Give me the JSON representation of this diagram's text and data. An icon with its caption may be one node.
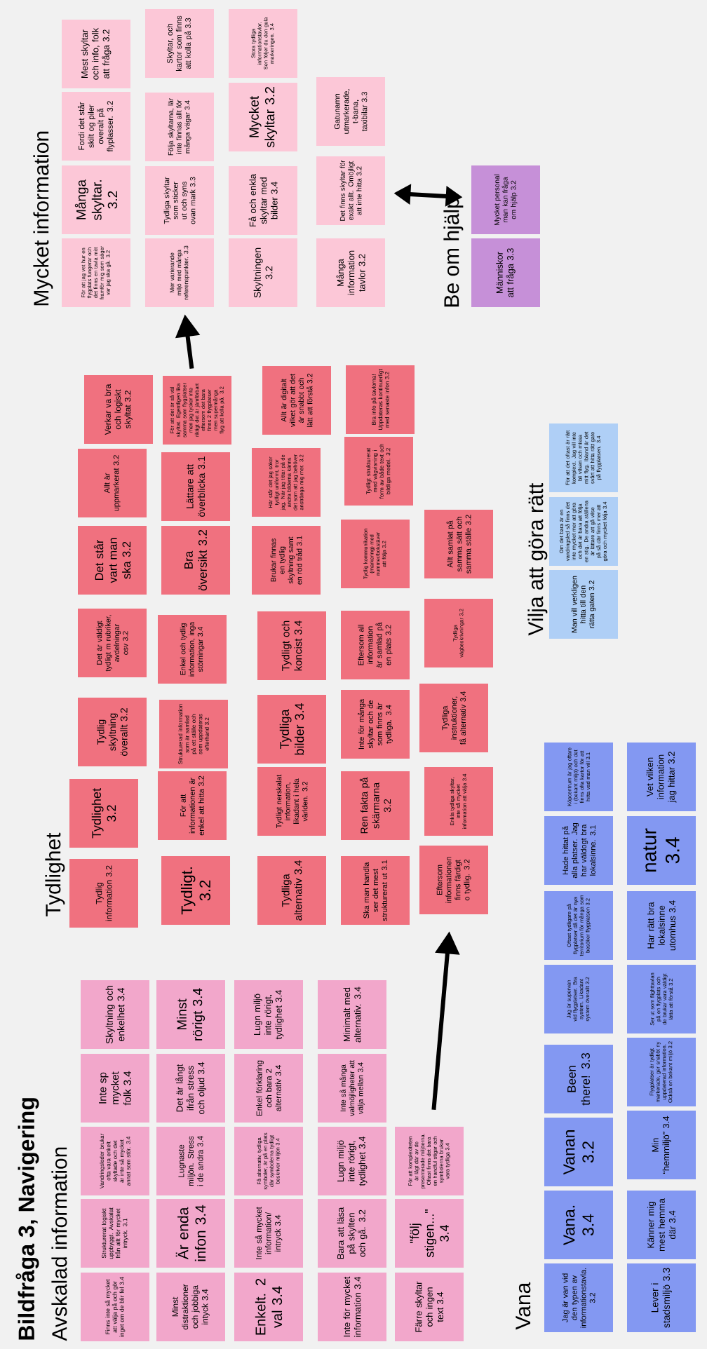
{
  "diagram": {
    "title": "Bildfråga 3, Navigering",
    "labels": [
      "Avskalad information",
      "Tydlighet",
      "Mycket information",
      "Be om hjälp",
      "Vana",
      "Vilja att göra rätt"
    ],
    "nodes": [
      {
        "text": [
          "Finns inte så mycket att välja på och gör inget om de blir fel 3.4"
        ]
      },
      {
        "text": [
          "Strukturerat logiskt uppbyggt. Avskalat från allt för mycket intryck. 3.1"
        ]
      },
      {
        "text": [
          "Vandringsleder brukar ofta vara enkelt skyltade och det är inte så mycket annat som stör. 3.4"
        ]
      },
      {
        "text": [
          "Inte sp mycket folk 3.4"
        ]
      },
      {
        "text": [
          "Skyltning och enkelhet 3.4"
        ]
      },
      {
        "text": [
          "Minst distraktioner och jobbiga intyck 3.4"
        ]
      },
      {
        "text": [
          "Är enda infon 3.4"
        ]
      },
      {
        "text": [
          "Lugnaste miljön. Stress i de andra 3.4"
        ]
      },
      {
        "text": [
          "Det är långt ifrån stress och oljud 3.4"
        ]
      },
      {
        "text": [
          "Minst rörigt 3.4"
        ]
      },
      {
        "text": [
          "Enkelt. 2 val 3.4"
        ]
      },
      {
        "text": [
          "Inte så mycket information/ intryck 3.4"
        ]
      },
      {
        "text": [
          "Få alternativ, tydliga symboler, är på en plats där symbolerna tydligt beskriver miljön 3.4"
        ]
      },
      {
        "text": [
          "Enkel förklaring och bara 2 alternativ 3.4"
        ]
      },
      {
        "text": [
          "Lugn miljö inte rörigt, tydlighet 3.4"
        ]
      },
      {
        "text": [
          "Inte för mycket information 3.4"
        ]
      },
      {
        "text": [
          "Bara att läsa på skylten och gå. 3.2"
        ]
      },
      {
        "text": [
          "Lugn miljö inte rörigt, tydlighet 3.4"
        ]
      },
      {
        "text": [
          "Inte så många valmöjligheter att välja mellan 3.4"
        ]
      },
      {
        "text": [
          "Minimalt med alternativ. 3.4"
        ]
      },
      {
        "text": [
          "Färre skyltar och ingen text 3.4"
        ]
      },
      {
        "text": [
          "\"följ stigen...\" 3.4"
        ]
      },
      {
        "text": [
          "För att komplexiteten är lågt där av de presenterade miljöerna. Oftast finns det bara en handful stigar och symbolerna brukar vara tydliga 3.4"
        ]
      },
      {
        "text": [
          "Tydlig information 3.2"
        ]
      },
      {
        "text": [
          "Tydlighet 3.2"
        ]
      },
      {
        "text": [
          "Tydlig skyltning överallt 3.2"
        ]
      },
      {
        "text": [
          "Det är väldigt tydligt m rubriker, avdelningar osv 3.2"
        ]
      },
      {
        "text": [
          "Det står vart man ska 3.2"
        ]
      },
      {
        "text": [
          "Allt är uppmarkerat 3.2"
        ]
      },
      {
        "text": [
          "Verkar va bra och logiskt skyltat 3.2"
        ]
      },
      {
        "text": [
          "Tydligt. 3.2"
        ]
      },
      {
        "text": [
          "För att informationen är enkel att hitta 3.2"
        ]
      },
      {
        "text": [
          "Strukturerad information som är samlad på ett ställe och som uppdateras efterhand 3.2"
        ]
      },
      {
        "text": [
          "Enkel och tydlig information, inga störningar 3.4"
        ]
      },
      {
        "text": [
          "Bra översikt 3.2"
        ]
      },
      {
        "text": [
          "Lättare att överblicka 3.1"
        ]
      },
      {
        "text": [
          "För att det är så väl skyltat. Egentligen lika samma som flygplatser men jag tycker inte riktigt det är jämförbart eftersom det bara finns 2 flygplatser men supermånga flyg att kolla på. 3.2"
        ]
      },
      {
        "text": [
          "Tydliga alternativ 3.4"
        ]
      },
      {
        "text": [
          "Tydligt nerskalat information, likadant i hela världen. 3.2"
        ]
      },
      {
        "text": [
          "Tydliga bilder 3.4"
        ]
      },
      {
        "text": [
          "Tydligt och koncist 3.4"
        ]
      },
      {
        "text": [
          "Brukar finnas en tydlig skyltning samt en röd tråd 3.1"
        ]
      },
      {
        "text": [
          "Här står det jag söker tydligt uniformt, tror jag. När jag tittar på de andra bilderna känns det som att jag behöver anstränga mig mer. 3.2"
        ]
      },
      {
        "text": [
          "Allt är digitalt vilket gör att det är snabbt och lätt att förstå 3.2"
        ]
      },
      {
        "text": [
          "Ska man handla ser det mest strukturerat ut 3.1"
        ]
      },
      {
        "text": [
          "Ren fakta på skärmarna 3.2"
        ]
      },
      {
        "text": [
          "Inte för många skyltar och de som finns är tydliga. 3.4"
        ]
      },
      {
        "text": [
          "Eftersom all information är samlad på en plats 3.2"
        ]
      },
      {
        "text": [
          "Tydlig kommunikation (markering) med nummer/bokstäver att följa 3.2"
        ]
      },
      {
        "text": [
          "Tydligt strukturerat med vägvisning i form av både text och bildliga medel. 3.2"
        ]
      },
      {
        "text": [
          "Bra info på tavlorna! Uppdateras kontinuerligt med senaste infon 3.2"
        ]
      },
      {
        "text": [
          "Eftersom informationen finns färdigt o tydlig. 3.2"
        ]
      },
      {
        "text": [
          "Enkla tydliga skyltar, inte så mycket information att välja 3.4"
        ]
      },
      {
        "text": [
          "Tydliga instruktioner, få alternativ 3.4"
        ]
      },
      {
        "text": [
          "Tydliga vägbeskrivningar 3.2"
        ]
      },
      {
        "text": [
          "Allt samlat på samma sätt och samma ställe 3.2"
        ]
      },
      {
        "text": [
          "För att jag vet hur en flygplats fungerar och det finns en tavla mitt framför mig som säger var jag ska gå. 3.2"
        ]
      },
      {
        "text": [
          "Många skyltar. 3.2"
        ]
      },
      {
        "text": [
          "Fordi det står skilt og piler overalt på flyplasser. 3.2"
        ]
      },
      {
        "text": [
          "Mest skyltar och info, folk att fråga 3.2"
        ]
      },
      {
        "text": [
          "Mer varierande miljö med många referenspunkter. 3.3"
        ]
      },
      {
        "text": [
          "Tydliga skyltar som sticker ut och syns ovan mark 3.3"
        ]
      },
      {
        "text": [
          "Följa skyltarna, lär inte finnas allt för många vägar 3.4"
        ]
      },
      {
        "text": [
          "Skyltar, och kartor som finns att kolla på 3.3"
        ]
      },
      {
        "text": [
          "Skyltningen 3.2"
        ]
      },
      {
        "text": [
          "Få och enkla skyltar med bilder 3.4"
        ]
      },
      {
        "text": [
          "Mycket skyltar 3.2"
        ]
      },
      {
        "text": [
          "Stora tydliga informationstavlor. Sen följer du den gula markeringen. 3.4"
        ]
      },
      {
        "text": [
          "Många information tavlor 3.2"
        ]
      },
      {
        "text": [
          "Det finns skyltar för exakt allt. Omöjligt att inte hitta 3.2"
        ]
      },
      {
        "text": [
          "Gatunamn utmarkerade, t-bana, taxibilar 3.3"
        ]
      },
      {
        "text": [
          "Människor att fråga 3.3"
        ]
      },
      {
        "text": [
          "Mycket personal man kan fråga om hjälp 3.2"
        ]
      },
      {
        "text": [
          "Jag är van vid den typen av informationstavla. 3.2"
        ]
      },
      {
        "text": [
          "Vana. 3.4"
        ]
      },
      {
        "text": [
          "Vanan 3.2"
        ]
      },
      {
        "text": [
          "Been there! 3.3"
        ]
      },
      {
        "text": [
          "Jag är supervan vid flygplatser. Bra system. Likadant system överallt 3.2"
        ]
      },
      {
        "text": [
          "Oftast tydligare på flygplatser då det är nya territorium för många som besöker flygplatsen 3.2"
        ]
      },
      {
        "text": [
          "Hade hittat på alla platser. Jag har väldogt bra lokalsinne. 3.1"
        ]
      },
      {
        "text": [
          "Köpcentrum är jag oftare i (bekant miljö) och det finns ofta kartor för att hitta vad man vill 3.1"
        ]
      },
      {
        "text": [
          "Lever i stadsmiljö 3.3"
        ]
      },
      {
        "text": [
          "Känner mig mest hemma där 3.4"
        ]
      },
      {
        "text": [
          "Min “hemmiljö” 3.4"
        ]
      },
      {
        "text": [
          "Flygplatser är tydligt markerade, ger snabbt ny uppdaterad information. Också en bekant miljö 3.2"
        ]
      },
      {
        "text": [
          "Ser ut som flighttavlan på en flygplats och de brukar vara väldigt lätta att förstå 3.2"
        ]
      },
      {
        "text": [
          "Har rätt bra lokalsinne utomhus 3.4"
        ]
      },
      {
        "text": [
          "natur 3.4"
        ]
      },
      {
        "text": [
          "Vet vilken information jag hittar 3.2"
        ]
      },
      {
        "text": [
          "Man vill verkligen hitta till den rätta gaten 3.2"
        ]
      },
      {
        "text": [
          "Om det bara är en vandringsled så finns det inte mycket mer att göra och det är bara att följa en stig. De andra ställena är lättare att gå vilse på så där finns mer att göra och mycket följa 3.4"
        ]
      },
      {
        "text": [
          "För att det oftast är rätt komplext. Jag vill inte bli vilsen och missa mitt flyg. Ibland är det svårt att hitta rätt gate på flygplatsen. 3.4"
        ]
      }
    ],
    "edges": [
      {
        "from": 22,
        "to": 51,
        "arrow": "to"
      },
      {
        "from": 36,
        "to": 60,
        "arrow": "to"
      },
      {
        "from": 69,
        "to": 72,
        "arrow": "both"
      }
    ]
  }
}
